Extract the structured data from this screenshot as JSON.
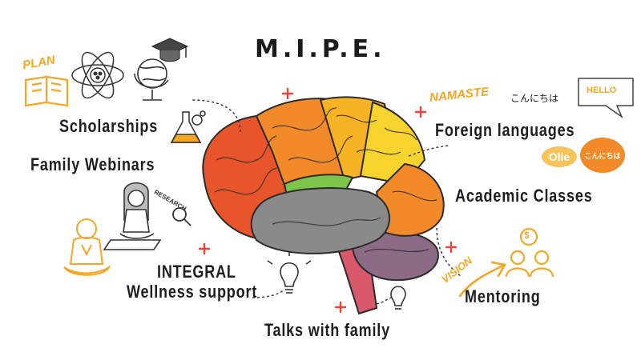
{
  "title": "M.I.P.E.",
  "labels": {
    "scholarships": "Scholarships",
    "family_webinars": "Family Webinars",
    "integral": "INTEGRAL",
    "wellness": "Wellness support",
    "talks": "Talks with family",
    "foreign_languages": "Foreign languages",
    "academic_classes": "Academic Classes",
    "mentoring": "Mentoring"
  },
  "doodles": {
    "plan": "PLAN",
    "namaste": "NAMASTE",
    "konnichiwa_1": "こんにちは",
    "hello": "HELLO",
    "olie": "Olie",
    "konnichiwa_2": "こんにちは",
    "research": "RESEARCH",
    "vision": "VISION",
    "coin": "$"
  },
  "colors": {
    "accent_orange": "#f7a623",
    "brain_red": "#e8552b",
    "brain_orange": "#f28a2a",
    "brain_amber": "#f8b325",
    "brain_yellow": "#f7d32e",
    "brain_green": "#7cc54a",
    "brain_gray": "#8a8a8a",
    "cerebellum_purple": "#8d6b86",
    "stem_red": "#d9586a",
    "plus_red": "#e9443a"
  }
}
